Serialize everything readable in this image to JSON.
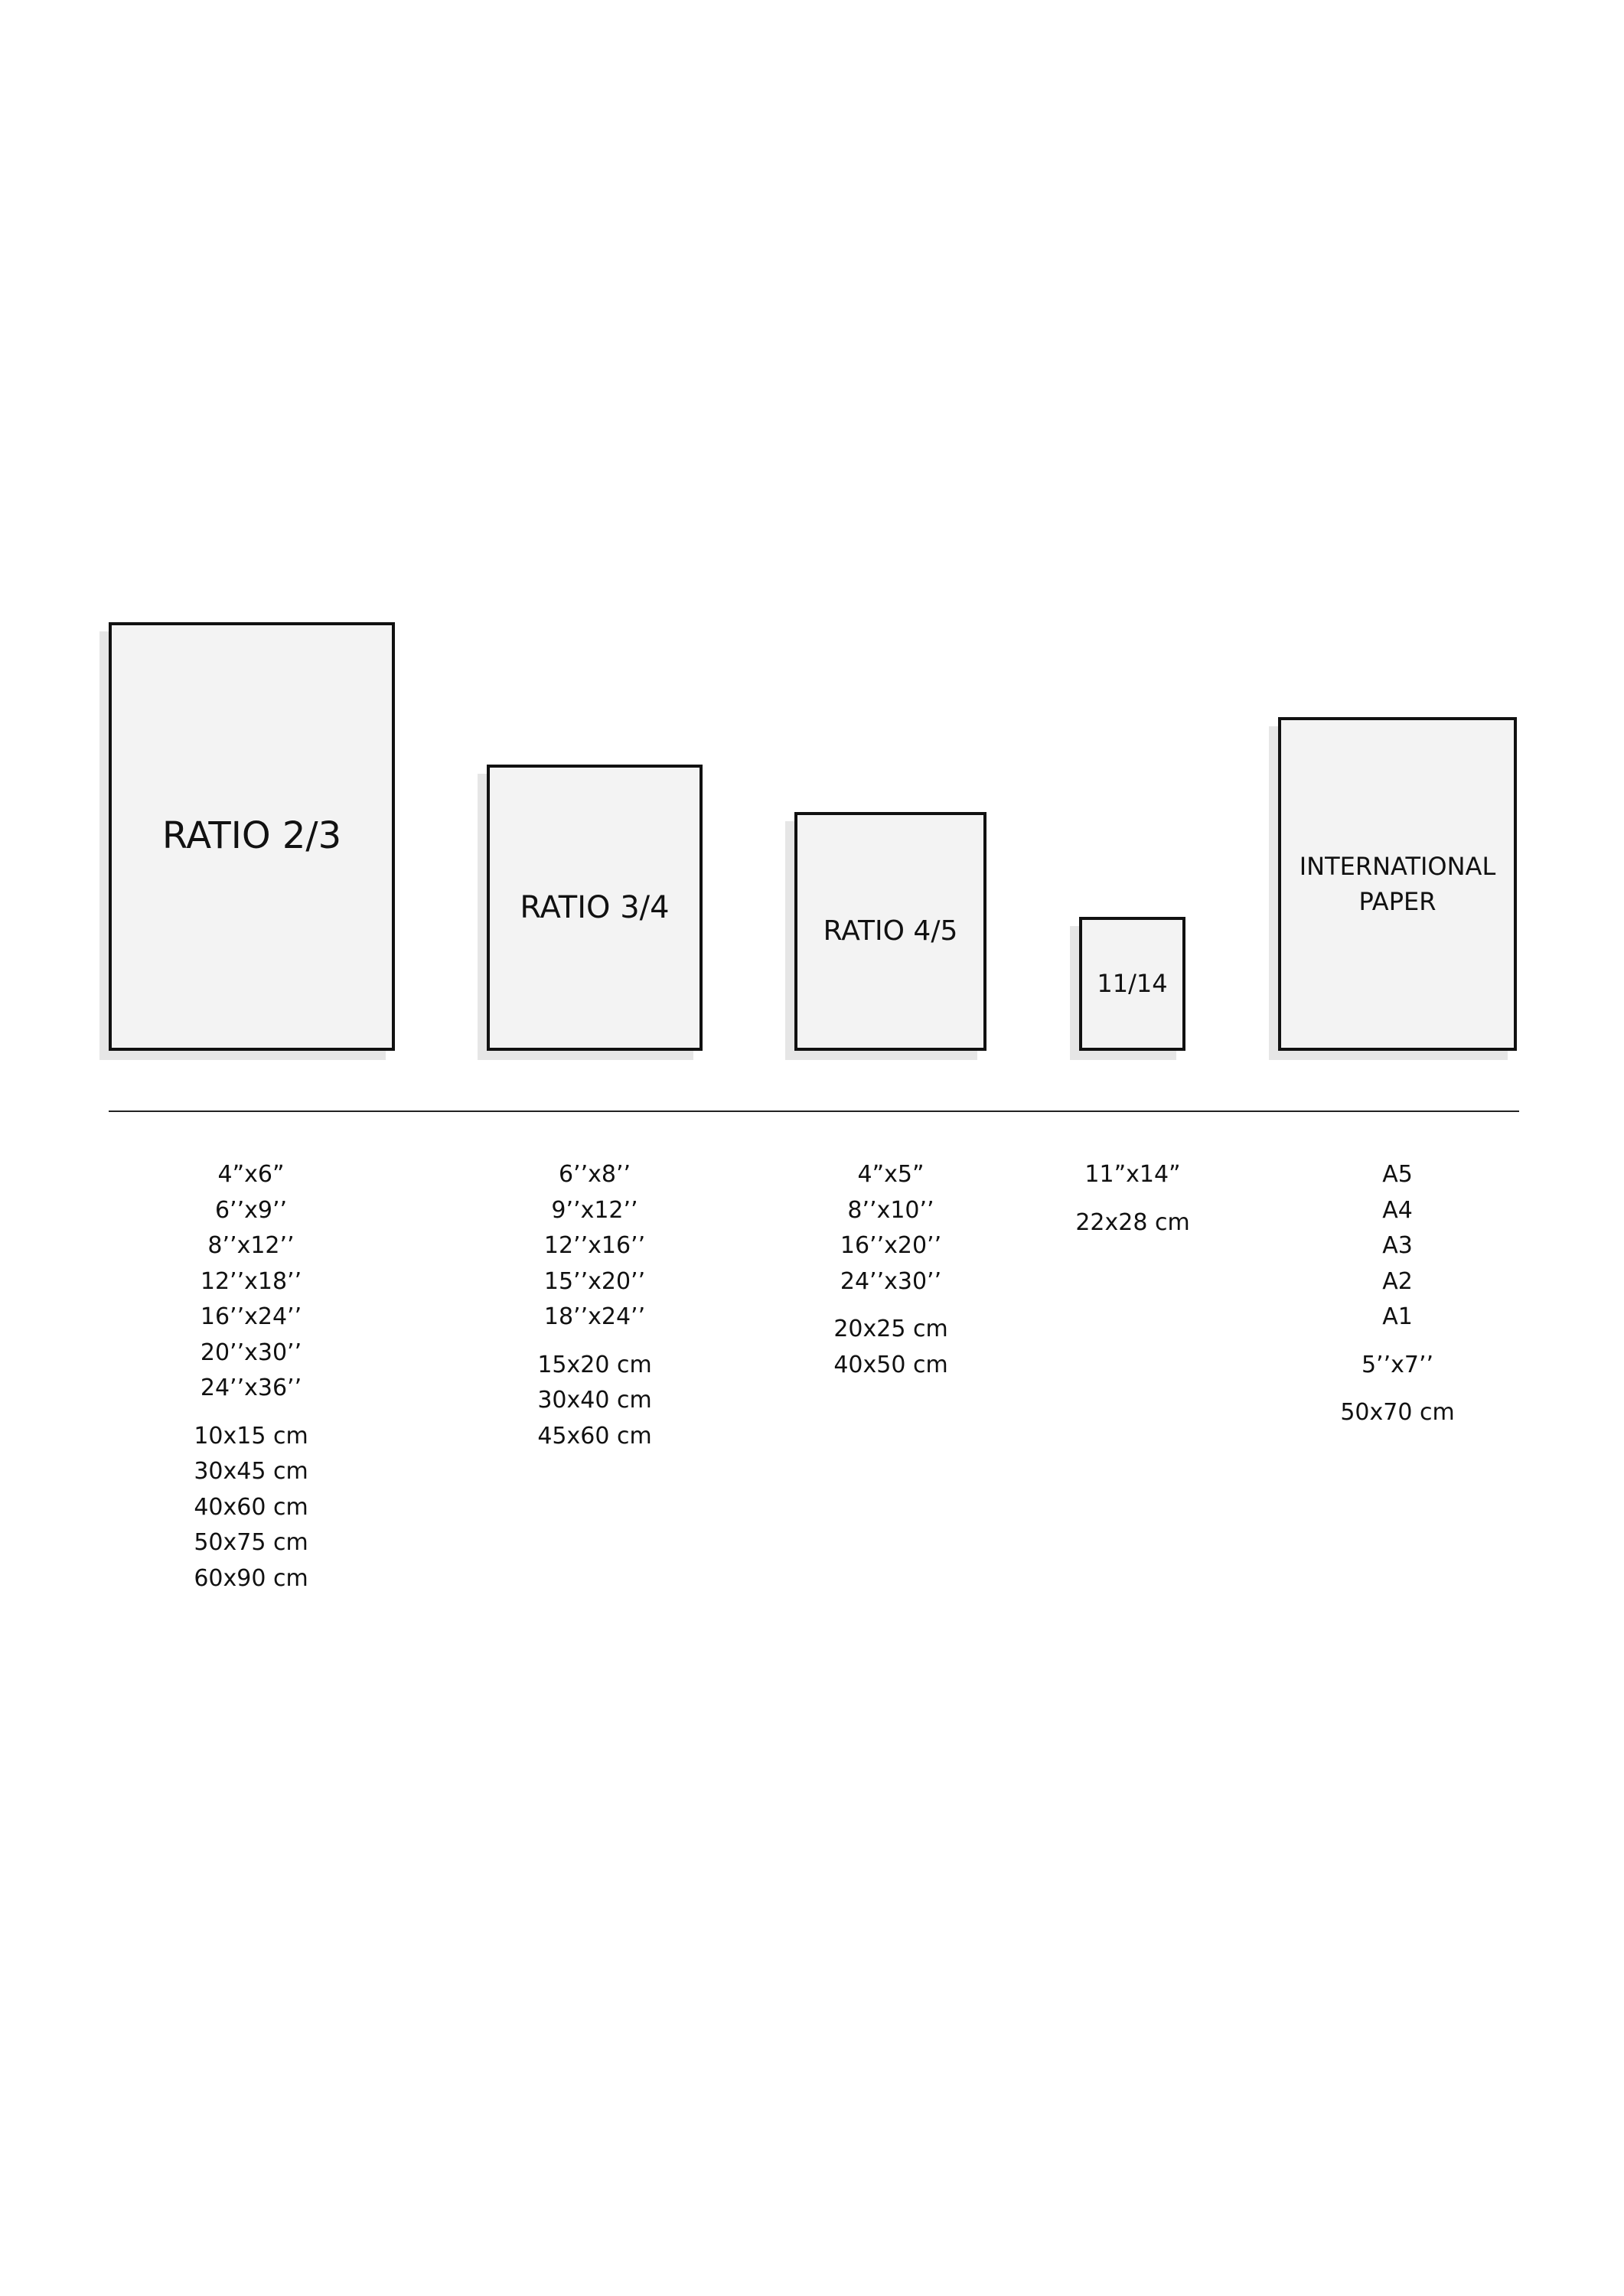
{
  "frames": [
    {
      "label": "RATIO 2/3"
    },
    {
      "label": "RATIO 3/4"
    },
    {
      "label": "RATIO 4/5"
    },
    {
      "label": "11/14"
    },
    {
      "label": "INTERNATIONAL\nPAPER"
    }
  ],
  "columns": [
    {
      "inches": [
        "4”x6”",
        "6’’x9’’",
        "8’’x12’’",
        "12’’x18’’",
        "16’’x24’’",
        "20’’x30’’",
        "24’’x36’’"
      ],
      "cm": [
        "10x15 cm",
        "30x45 cm",
        "40x60 cm",
        "50x75 cm",
        "60x90 cm"
      ]
    },
    {
      "inches": [
        "6’’x8’’",
        "9’’x12’’",
        "12’’x16’’",
        "15’’x20’’",
        "18’’x24’’"
      ],
      "cm": [
        "15x20 cm",
        "30x40 cm",
        "45x60 cm"
      ]
    },
    {
      "inches": [
        "4”x5”",
        "8’’x10’’",
        "16’’x20’’",
        "24’’x30’’"
      ],
      "cm": [
        "20x25 cm",
        "40x50 cm"
      ]
    },
    {
      "inches": [
        "11”x14”"
      ],
      "cm": [
        "22x28 cm"
      ]
    },
    {
      "paper": [
        "A5",
        "A4",
        "A3",
        "A2",
        "A1"
      ],
      "inches": [
        "5’’x7’’"
      ],
      "cm": [
        "50x70 cm"
      ]
    }
  ]
}
